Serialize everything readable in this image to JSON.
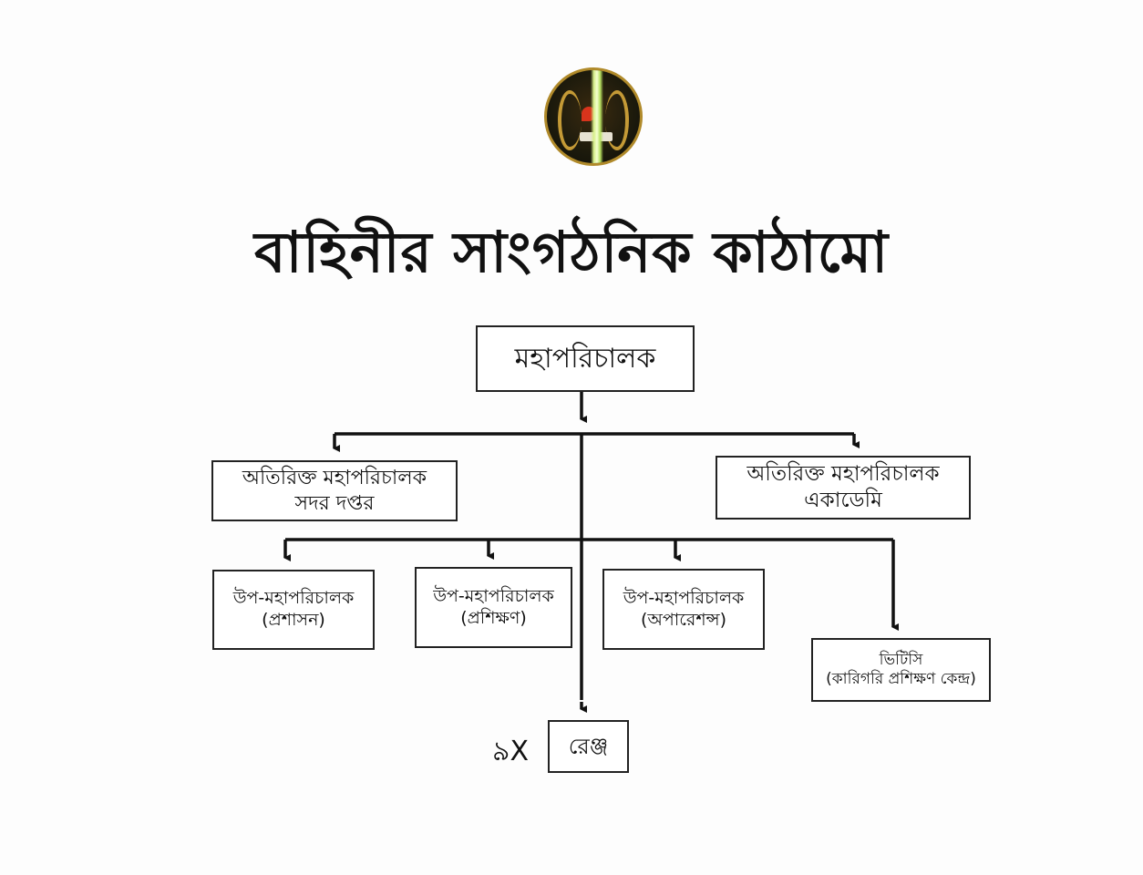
{
  "title": "বাহিনীর সাংগঠনিক কাঠামো",
  "logo": {
    "name": "বাহিনী লোগো"
  },
  "chart": {
    "top": "মহাপরিচালক",
    "adg_hq": {
      "line1": "অতিরিক্ত মহাপরিচালক",
      "line2": "সদর দপ্তর"
    },
    "adg_academy": {
      "line1": "অতিরিক্ত মহাপরিচালক",
      "line2": "একাডেমি"
    },
    "ddg_admin": {
      "line1": "উপ-মহাপরিচালক",
      "line2": "(প্রশাসন)"
    },
    "ddg_training": {
      "line1": "উপ-মহাপরিচালক",
      "line2": "(প্রশিক্ষণ)"
    },
    "ddg_ops": {
      "line1": "উপ-মহাপরিচালক",
      "line2": "(অপারেশন্স)"
    },
    "vtc": {
      "line1": "ভিটিসি",
      "line2": "(কারিগরি প্রশিক্ষণ কেন্দ্র)"
    },
    "range_multiplier": "৯X",
    "range": "রেঞ্জ"
  }
}
